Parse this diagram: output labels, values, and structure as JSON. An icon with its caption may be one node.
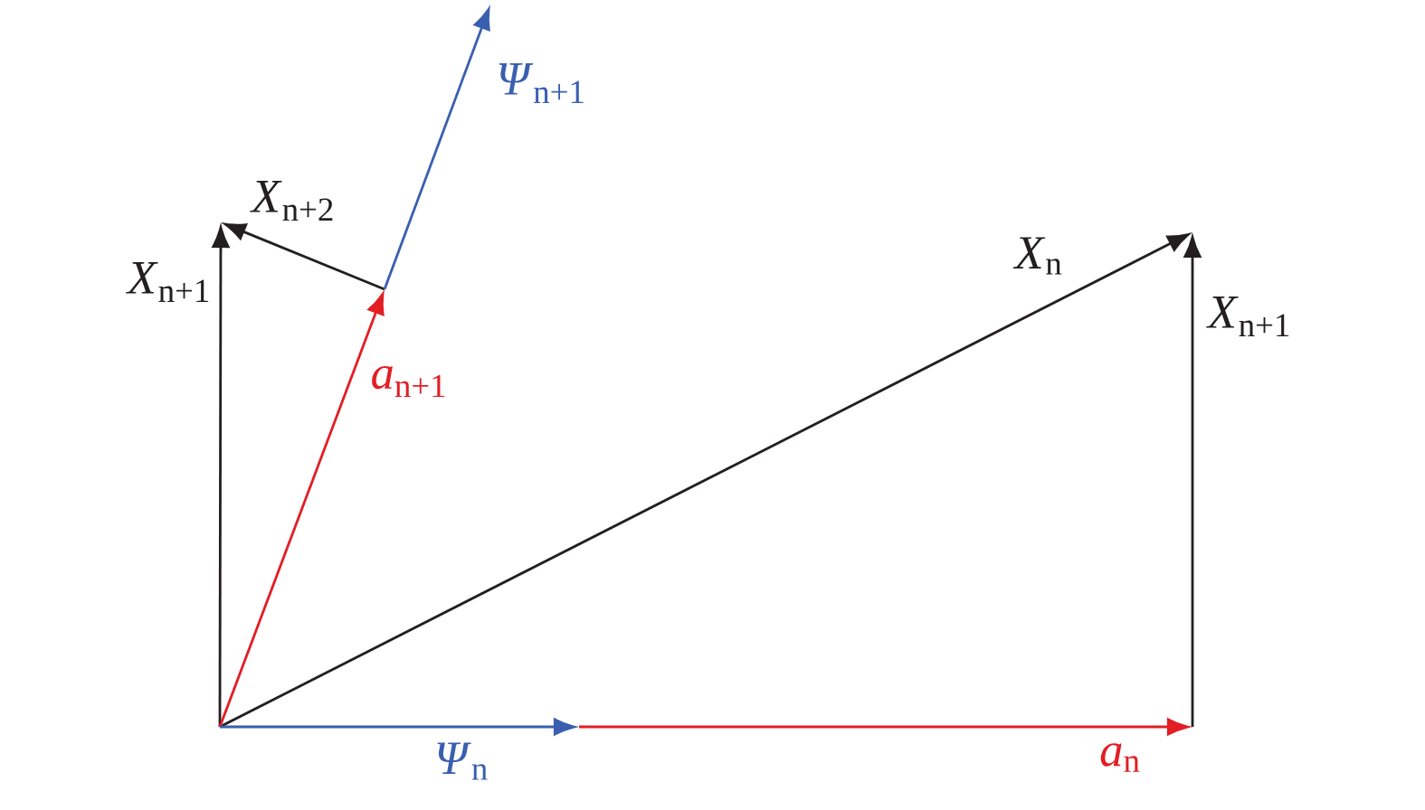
{
  "diagram": {
    "labels": [
      "*Ψ*$_{n+1}$",
      "*X*$_{n+2}$",
      "*X*$_{n+1}$",
      "*X*$_{n}$",
      "*X*$_{n+1}$",
      "*a*$_{n+1}$",
      "*Ψ*$_{n}$",
      "*a*$_{n}$"
    ]
  }
}
